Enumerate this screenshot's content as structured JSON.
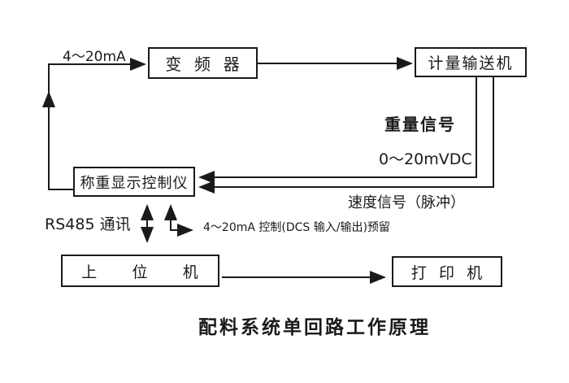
{
  "canvas": {
    "background": "#ffffff",
    "line_color": "#1a1a1a"
  },
  "boxes": {
    "inverter": "变  频  器",
    "conveyor": "计量输送机",
    "controller": "称重显示控制仪",
    "host_computer": "上      位      机",
    "printer": "打  印  机"
  },
  "labels": {
    "loop_current": "4～20mA",
    "weight_signal": "重量信号",
    "weight_range": "0～20mVDC",
    "speed_signal": "速度信号（脉冲）",
    "rs485": "RS485 通讯",
    "dcs_reserved": "4～20mA 控制(DCS 输入/输出)预留",
    "caption": "配料系统单回路工作原理"
  }
}
